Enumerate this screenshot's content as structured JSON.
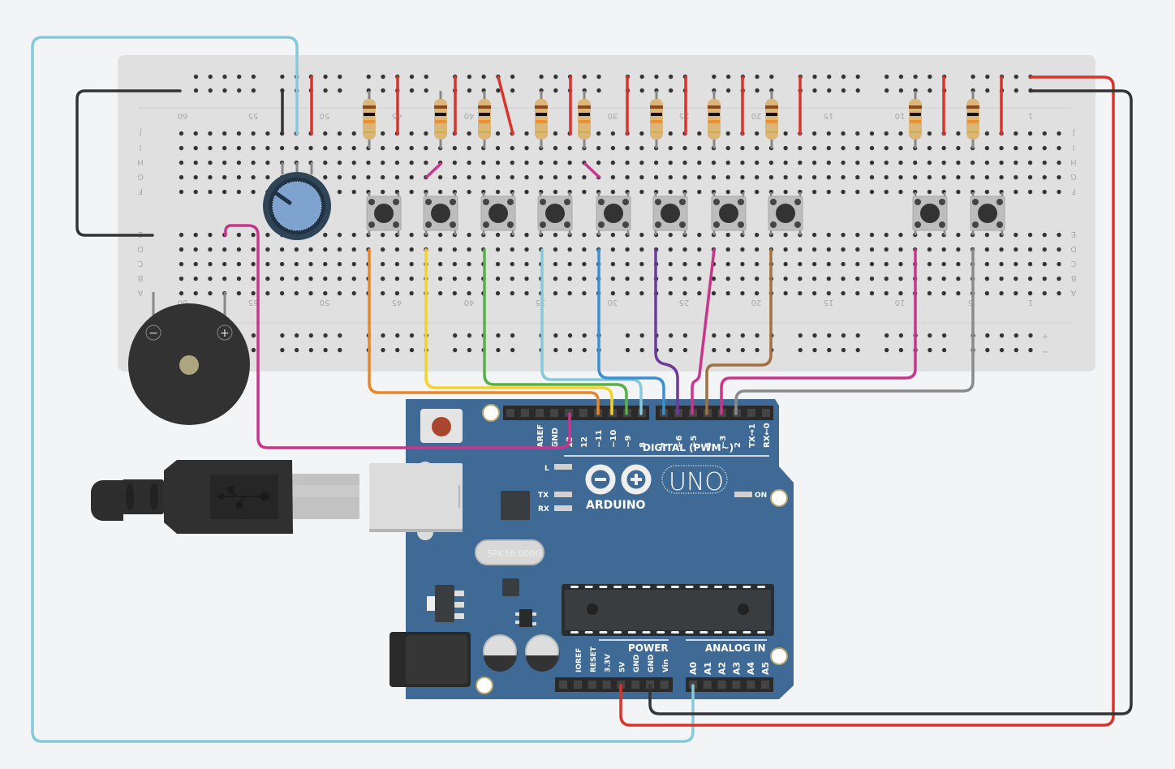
{
  "scene": {
    "title": "Arduino UNO breadboard circuit",
    "background_color": "#f3f4f6"
  },
  "breadboard": {
    "row_labels_top": [
      "J",
      "I",
      "H",
      "G",
      "F"
    ],
    "row_labels_bottom": [
      "E",
      "D",
      "C",
      "B",
      "A"
    ],
    "column_numbers": [
      "60",
      "55",
      "50",
      "45",
      "40",
      "35",
      "30",
      "25",
      "20",
      "15",
      "10",
      "5",
      "1"
    ],
    "rail_plus_label": "+",
    "rail_minus_label": "−"
  },
  "arduino": {
    "brand": "ARDUINO",
    "model": "UNO",
    "crystal_label": "SPK16.000G",
    "digital_header_label": "DIGITAL (PWM~)",
    "digital_pins": [
      "AREF",
      "GND",
      "13",
      "12",
      "~11",
      "~10",
      "~9",
      "8",
      "7",
      "~6",
      "~5",
      "4",
      "~3",
      "2",
      "TX→1",
      "RX←0"
    ],
    "power_header_label": "POWER",
    "power_pins": [
      "IOREF",
      "RESET",
      "3.3V",
      "5V",
      "GND",
      "GND",
      "Vin"
    ],
    "analog_header_label": "ANALOG IN",
    "analog_pins": [
      "A0",
      "A1",
      "A2",
      "A3",
      "A4",
      "A5"
    ],
    "leds": [
      "L",
      "TX",
      "RX"
    ],
    "on_label": "ON"
  },
  "buzzer": {
    "minus_label": "−",
    "plus_label": "+"
  },
  "components": {
    "pushbuttons": 10,
    "resistors": 10,
    "potentiometers": 1,
    "buzzers": 1
  },
  "wires": [
    {
      "name": "wire-orange",
      "color": "#e8862a",
      "to_pin": "~11"
    },
    {
      "name": "wire-yellow",
      "color": "#f5d22b",
      "to_pin": "~10"
    },
    {
      "name": "wire-green",
      "color": "#58b04a",
      "to_pin": "~9"
    },
    {
      "name": "wire-lightblue",
      "color": "#86c9d9",
      "to_pin": "8"
    },
    {
      "name": "wire-blue",
      "color": "#3a8fd0",
      "to_pin": "7"
    },
    {
      "name": "wire-purple",
      "color": "#6b3a9b",
      "to_pin": "~6"
    },
    {
      "name": "wire-magenta",
      "color": "#c9358a",
      "to_pin": "~5"
    },
    {
      "name": "wire-brown",
      "color": "#a0703f",
      "to_pin": "4"
    },
    {
      "name": "wire-magenta-2",
      "color": "#c9358a",
      "to_pin": "~3"
    },
    {
      "name": "wire-gray",
      "color": "#8a8a8a",
      "to_pin": "2"
    },
    {
      "name": "wire-buzzer",
      "color": "#c9358a",
      "to_pin": "13"
    },
    {
      "name": "wire-pot",
      "color": "#86c9d9",
      "to_pin": "A0"
    },
    {
      "name": "wire-5v",
      "color": "#d9342b",
      "to_pin": "5V"
    },
    {
      "name": "wire-gnd",
      "color": "#333333",
      "to_pin": "GND"
    }
  ]
}
